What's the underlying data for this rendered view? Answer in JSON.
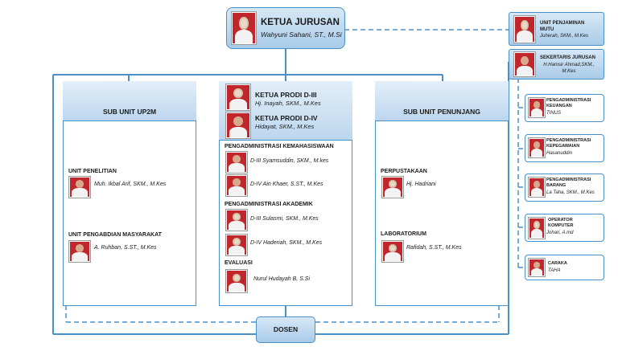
{
  "head": {
    "title": "KETUA JURUSAN",
    "name": "Wahyuni Sahani, ST., M.Si"
  },
  "prodi": [
    {
      "title": "KETUA PRODI D-III",
      "name": "Hj. Inayah, SKM., M.Kes"
    },
    {
      "title": "KETUA PRODI D-IV",
      "name": "Hidayat, SKM., M.Kes"
    }
  ],
  "up2m": {
    "header": "SUB UNIT UP2M",
    "penelitian": {
      "label": "UNIT PENELITIAN",
      "name": "Muh. Ikbal Arif, SKM., M.Kes"
    },
    "pengabdian": {
      "label": "UNIT PENGABDIAN MASYARAKAT",
      "name": "A. Ruhban, S.ST., M.Kes"
    }
  },
  "center": {
    "kemahasiswaan": {
      "label": "PENGADMINISTRASI KEMAHASISWAAN",
      "names": [
        "D-III Syamsuddin, SKM., M.kes",
        "D-IV Ain Khaer, S.ST., M.Kes"
      ]
    },
    "akademik": {
      "label": "PENGADMINISTRASI AKADEMIK",
      "names": [
        "D-III Sulasmi, SKM., M.Kes",
        "D-IV Haderiah, SKM., M.Kes"
      ]
    },
    "evaluasi": {
      "label": "EVALUASI",
      "name": "Nurul Hudayah B, S.Si"
    }
  },
  "penunjang": {
    "header": "SUB UNIT PENUNJANG",
    "perpustakaan": {
      "label": "PERPUSTAKAAN",
      "name": "Hj. Hadriani"
    },
    "laboratorium": {
      "label": "LABORATORIUM",
      "name": "Rafidah, S.ST., M.Kes"
    }
  },
  "right": {
    "mutu": {
      "title": "UNIT PENJAMINAN MUTU",
      "name": "Juherah, SKM., M.Kes"
    },
    "sekertaris": {
      "title": "SEKERTARIS JURUSAN",
      "name": "H.Hamsir Ahmad,SKM., M.Kes"
    },
    "keuangan": {
      "title": "PENGADMINISTRASI KEUANGAN",
      "name": "TINUS"
    },
    "kepegawaian": {
      "title": "PENGADMINISTRASI KEPEGAWAIAN",
      "name": "Hasanuddin"
    },
    "barang": {
      "title": "PENGADMINISTRASI BARANG",
      "name": "La Taha, SKM., M.Kes"
    },
    "operator": {
      "title": "OPERATOR KOMPUTER",
      "name": "Johari, A.md"
    },
    "caraka": {
      "title": "CARAKA",
      "name": "TAHA"
    }
  },
  "dosen": "DOSEN",
  "colors": {
    "line": "#4a90c8",
    "photo_bg": "#c0262c",
    "header_fill": "#bcd6ee"
  }
}
